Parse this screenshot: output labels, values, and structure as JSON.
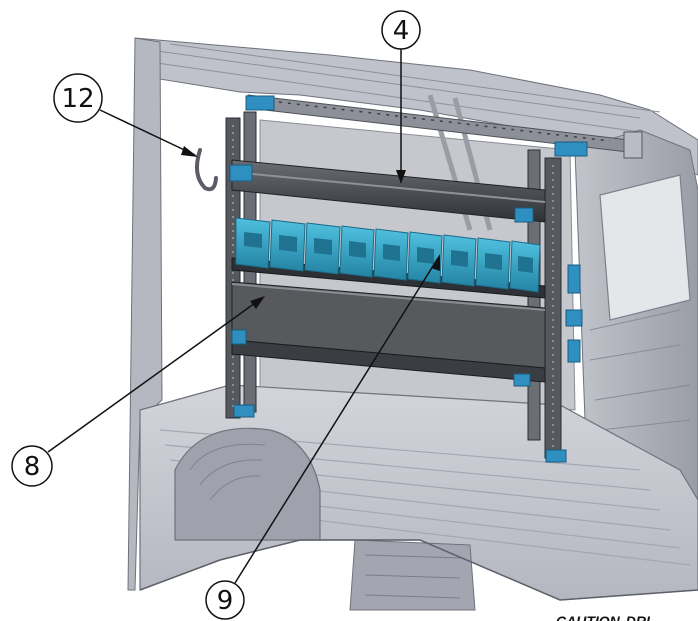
{
  "callouts": [
    {
      "id": "c4",
      "label": "4"
    },
    {
      "id": "c12",
      "label": "12"
    },
    {
      "id": "c8",
      "label": "8"
    },
    {
      "id": "c9",
      "label": "9"
    }
  ],
  "footer": {
    "caution_word": "CAUTION",
    "caution_rest": "DRI"
  },
  "colors": {
    "bin_blue": "#3fa9c9",
    "bin_dark": "#1f6f8a",
    "bracket_blue": "#2f8fc0",
    "rail_dark": "#3a3d42",
    "shelf_gray": "#5c6066",
    "panel_gray": "#55585c",
    "van_light": "#c9cbd2",
    "van_mid": "#a9acb6",
    "van_dark": "#7d808a"
  }
}
